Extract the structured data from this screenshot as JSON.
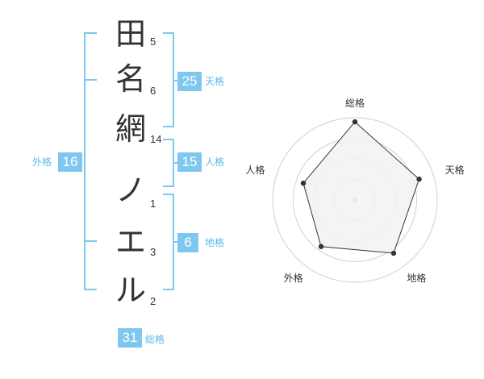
{
  "name_chars": [
    {
      "char": "田",
      "strokes": "5"
    },
    {
      "char": "名",
      "strokes": "6"
    },
    {
      "char": "網",
      "strokes": "14"
    },
    {
      "char": "ノ",
      "strokes": "1"
    },
    {
      "char": "エ",
      "strokes": "3"
    },
    {
      "char": "ル",
      "strokes": "2"
    }
  ],
  "fortunes": {
    "tenkaku": {
      "value": "25",
      "label": "天格"
    },
    "jinkaku": {
      "value": "15",
      "label": "人格"
    },
    "chikaku": {
      "value": "6",
      "label": "地格"
    },
    "gaikaku": {
      "value": "16",
      "label": "外格"
    },
    "soukaku": {
      "value": "31",
      "label": "総格"
    }
  },
  "colors": {
    "accent": "#7ec8ef",
    "accent_text": "#5bb8e8",
    "radar_fill": "#f2f2f2",
    "radar_line": "#333333"
  },
  "chart_data": {
    "type": "radar",
    "axes": [
      "総格",
      "天格",
      "地格",
      "外格",
      "人格"
    ],
    "values": [
      0.95,
      0.82,
      0.8,
      0.7,
      0.66
    ],
    "rings": 4
  }
}
